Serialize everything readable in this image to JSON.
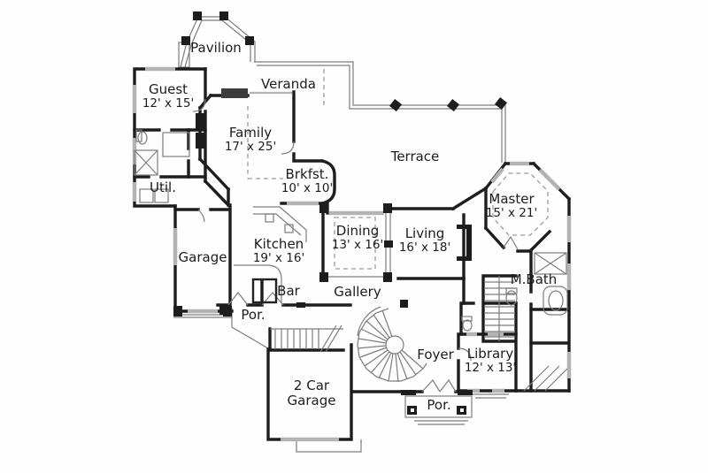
{
  "plan": {
    "colors": {
      "wall": "#1d1d1d",
      "thin_line": "#7d7d7d",
      "window_line": "#b3b3b3",
      "dashed_line": "#9b9b9b",
      "text": "#1c1c1c",
      "background": "#fefefe"
    },
    "rooms": [
      {
        "name": "Pavilion",
        "dims": ""
      },
      {
        "name": "Veranda",
        "dims": ""
      },
      {
        "name": "Guest",
        "dims": "12' x 15'"
      },
      {
        "name": "Family",
        "dims": "17' x 25'"
      },
      {
        "name": "Brkfst.",
        "dims": "10' x 10'"
      },
      {
        "name": "Terrace",
        "dims": ""
      },
      {
        "name": "Master",
        "dims": "15' x 21'"
      },
      {
        "name": "Util.",
        "dims": ""
      },
      {
        "name": "Garage",
        "dims": ""
      },
      {
        "name": "Kitchen",
        "dims": "19' x 16'"
      },
      {
        "name": "Dining",
        "dims": "13' x 16'"
      },
      {
        "name": "Living",
        "dims": "16' x 18'"
      },
      {
        "name": "M.Bath",
        "dims": ""
      },
      {
        "name": "Bar",
        "dims": ""
      },
      {
        "name": "Gallery",
        "dims": ""
      },
      {
        "name": "Por.",
        "dims": ""
      },
      {
        "name": "Foyer",
        "dims": ""
      },
      {
        "name": "Library",
        "dims": "12' x 13'"
      },
      {
        "name": "2 Car Garage",
        "dims": ""
      },
      {
        "name": "Por.",
        "dims": ""
      }
    ]
  }
}
